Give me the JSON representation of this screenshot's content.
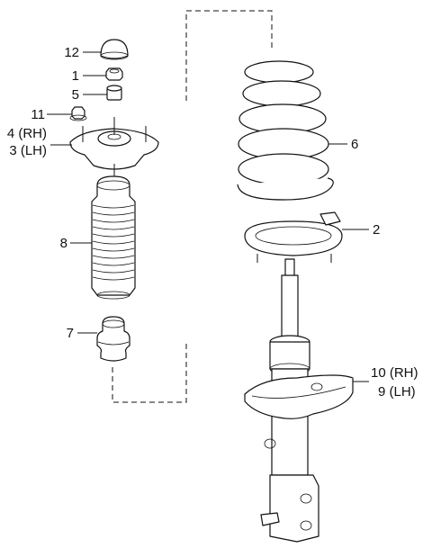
{
  "callouts": {
    "c12": "12",
    "c1": "1",
    "c5": "5",
    "c11": "11",
    "c4": "4 (RH)",
    "c3": "3 (LH)",
    "c8": "8",
    "c7": "7",
    "c6": "6",
    "c2": "2",
    "c10": "10 (RH)",
    "c9": "9 (LH)"
  }
}
